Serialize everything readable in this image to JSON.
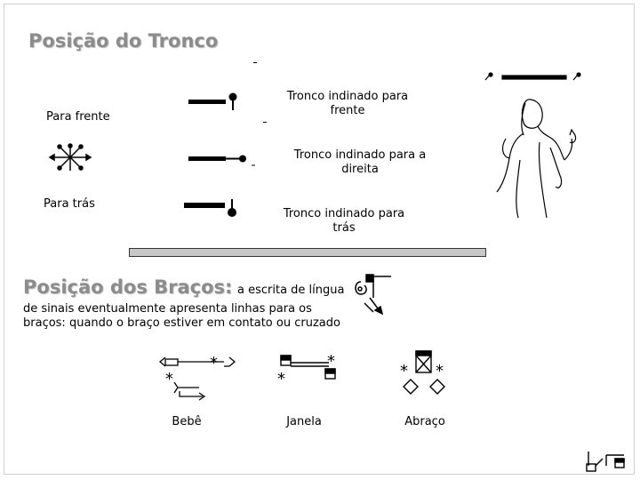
{
  "section_trunk": {
    "title": "Posição do Tronco",
    "label_front": "Para frente",
    "label_back": "Para trás",
    "caption_front": "Tronco indinado para frente",
    "caption_right": "Tronco indinado para a direita",
    "caption_back": "Tronco indinado para trás"
  },
  "section_arms": {
    "title": "Posição dos Braços:",
    "intro_inline": "a escrita de língua",
    "intro_rest": "de sinais eventualmente apresenta linhas para os braços: quando o braço estiver em contato ou cruzado",
    "examples": [
      {
        "label": "Bebê"
      },
      {
        "label": "Janela"
      },
      {
        "label": "Abraço"
      }
    ]
  },
  "icons": [
    "trunk-direction-star-icon",
    "trunk-forward-symbol-icon",
    "trunk-right-symbol-icon",
    "trunk-back-symbol-icon",
    "woman-leaning-drawing-icon",
    "arm-symbol-icon",
    "baby-sign-icon",
    "window-sign-icon",
    "hug-sign-icon",
    "corner-sign-icon"
  ]
}
